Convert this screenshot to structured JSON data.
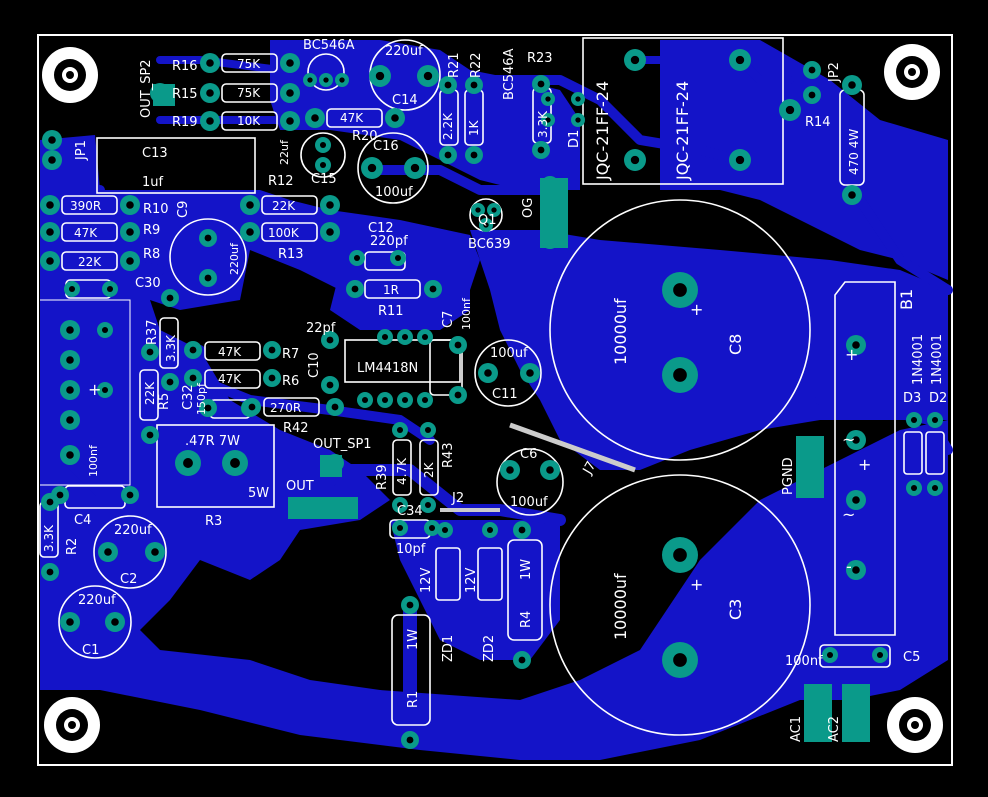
{
  "board": {
    "background": "#000000",
    "copper_color": "#1414c8",
    "pad_color": "#0a9a8a",
    "silk_color": "#ffffff"
  },
  "components": {
    "r16": {
      "ref": "R16",
      "value": "75K"
    },
    "r15": {
      "ref": "R15",
      "value": "75K"
    },
    "r19": {
      "ref": "R19",
      "value": "10K"
    },
    "r20": {
      "ref": "R20",
      "value": "47K"
    },
    "r12": {
      "ref": "R12",
      "value": "22uf"
    },
    "r10": {
      "ref": "R10",
      "value": "390R"
    },
    "r9": {
      "ref": "R9",
      "value": "47K"
    },
    "r8": {
      "ref": "R8",
      "value": "22K"
    },
    "r13": {
      "ref": "R13",
      "value": "100K"
    },
    "r14": {
      "ref": "R14",
      "value": "470 4W"
    },
    "r11": {
      "ref": "R11",
      "value": "1R"
    },
    "r7": {
      "ref": "R7",
      "value": "47K"
    },
    "r6": {
      "ref": "R6",
      "value": "47K"
    },
    "r42": {
      "ref": "R42",
      "value": "270R"
    },
    "r37": {
      "ref": "R37",
      "value": "3.3K"
    },
    "r5": {
      "ref": "R5",
      "value": "22K"
    },
    "r3": {
      "ref": "R3",
      "value": ".47R 7W",
      "note": "5W"
    },
    "r2": {
      "ref": "R2",
      "value": "3.3K"
    },
    "r39": {
      "ref": "R39",
      "value": "4.7K"
    },
    "r43": {
      "ref": "R43",
      "value": "2K"
    },
    "r1": {
      "ref": "R1",
      "value": "1W"
    },
    "r4": {
      "ref": "R4",
      "value": "1W"
    },
    "r21": {
      "ref": "R21",
      "value": "2.2K"
    },
    "r22": {
      "ref": "R22",
      "value": "1K"
    },
    "r23": {
      "ref": "R23",
      "value": "3.3K"
    },
    "c13": {
      "ref": "C13",
      "value": "1uf"
    },
    "c14": {
      "ref": "C14",
      "value": "220uf"
    },
    "c15": {
      "ref": "C15",
      "value": ""
    },
    "c16": {
      "ref": "C16",
      "value": "100uf"
    },
    "c9": {
      "ref": "C9",
      "value": "220uf"
    },
    "c12": {
      "ref": "C12",
      "value": "220pf"
    },
    "c30": {
      "ref": "C30",
      "value": ""
    },
    "c10": {
      "ref": "C10",
      "value": "22pf"
    },
    "c7": {
      "ref": "C7",
      "value": "100nf"
    },
    "c11": {
      "ref": "C11",
      "value": "100uf"
    },
    "c32": {
      "ref": "C32",
      "value": "150pf"
    },
    "c6": {
      "ref": "C6",
      "value": "100uf"
    },
    "c34": {
      "ref": "C34",
      "value": "10pf"
    },
    "c8": {
      "ref": "C8",
      "value": "10000uf"
    },
    "c3": {
      "ref": "C3",
      "value": "10000uf"
    },
    "c4": {
      "ref": "C4",
      "value": "100nf"
    },
    "c2": {
      "ref": "C2",
      "value": "220uf"
    },
    "c1": {
      "ref": "C1",
      "value": "220uf"
    },
    "c5": {
      "ref": "C5",
      "value": "100nf"
    },
    "q_bc546a": {
      "ref": "BC546A"
    },
    "q_bc546a_2": {
      "ref": "BC546A"
    },
    "q_bc639": {
      "ref": "Q1",
      "value": "BC639"
    },
    "ic": {
      "ref": "LM4418N"
    },
    "relay1": {
      "ref": "JQC-21FF-24"
    },
    "relay2": {
      "ref": "JQC-21FF-24"
    },
    "d1": {
      "ref": "D1"
    },
    "d2": {
      "ref": "D2",
      "value": "1N4001"
    },
    "d3": {
      "ref": "D3",
      "value": "1N4001"
    },
    "zd1": {
      "ref": "ZD1",
      "value": "12V"
    },
    "zd2": {
      "ref": "ZD2",
      "value": "12V"
    },
    "b1": {
      "ref": "B1"
    },
    "jp1": {
      "ref": "JP1"
    },
    "jp2": {
      "ref": "JP2"
    },
    "j2": {
      "ref": "J2"
    },
    "j7": {
      "ref": "J7"
    }
  },
  "connectors": {
    "out_sp2": "OUT_SP2",
    "out_sp1": "OUT_SP1",
    "out": "OUT",
    "og": "OG",
    "pgnd": "PGND",
    "ac1": "AC1",
    "ac2": "AC2"
  },
  "symbols": {
    "plus": "+",
    "tilde": "~",
    "minus": "-"
  }
}
